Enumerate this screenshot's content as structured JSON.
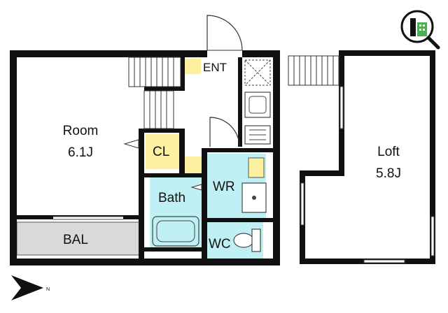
{
  "rooms": {
    "room": {
      "name": "Room",
      "size": "6.1J"
    },
    "loft": {
      "name": "Loft",
      "size": "5.8J"
    },
    "entrance": "ENT",
    "closet": "CL",
    "bath": "Bath",
    "washroom": "WR",
    "toilet": "WC",
    "balcony": "BAL"
  },
  "colors": {
    "wall": "#111111",
    "wet_area": "#bff0f4",
    "storage": "#fdf0a0",
    "balcony": "#d9d9d9",
    "background": "#ffffff"
  },
  "icons": [
    "compass-north-arrow-icon",
    "brand-logo-icon"
  ]
}
